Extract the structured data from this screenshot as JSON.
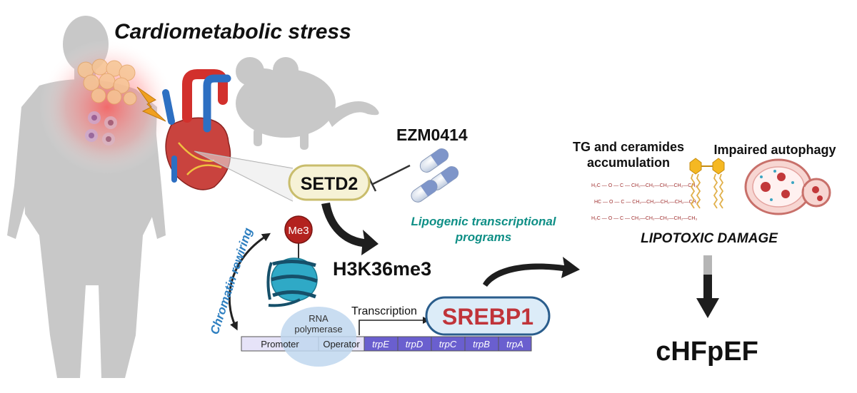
{
  "title": "Cardiometabolic stress",
  "drug": "EZM0414",
  "enzyme": "SETD2",
  "mark": "H3K36me3",
  "methyl_tag": "Me3",
  "chromatin_label": "Chromatin rewiring",
  "program_label_line1": "Lipogenic transcriptional",
  "program_label_line2": "programs",
  "transcription_label": "Transcription",
  "target_gene": "SREBP1",
  "polymerase_line1": "RNA",
  "polymerase_line2": "polymerase",
  "operon": {
    "promoter": "Promoter",
    "operator": "Operator",
    "genes": [
      "trpE",
      "trpD",
      "trpC",
      "trpB",
      "trpA"
    ]
  },
  "lipid_label_line1": "TG and ceramides",
  "lipid_label_line2": "accumulation",
  "autophagy_label": "Impaired autophagy",
  "damage_label": "LIPOTOXIC DAMAGE",
  "outcome": "cHFpEF",
  "triglyceride": {
    "chains": [
      "H₂C — O — C — CH₂—CH₂—CH₂—CH₂—CH₃",
      "HC — O — C — CH₂—CH₂—CH₂—CH₂—CH₃",
      "H₂C — O — C — CH₂—CH₂—CH₂—CH₂—CH₃"
    ]
  },
  "colors": {
    "srebp_text": "#c0343a",
    "srebp_fill": "#dcecf8",
    "srebp_border": "#2a5d8c",
    "setd2_fill": "#f6f2d6",
    "setd2_border": "#c9bd6c",
    "teal": "#0f8f86",
    "blue_italic": "#2e7fc0",
    "operon_light": "#e6e3f8",
    "operon_dark": "#6a5fcf",
    "polymerase": "#bfd7ef",
    "nucleosome": "#2fa9c6",
    "me3": "#b3221f",
    "silhouette": "#c8c8c8"
  }
}
